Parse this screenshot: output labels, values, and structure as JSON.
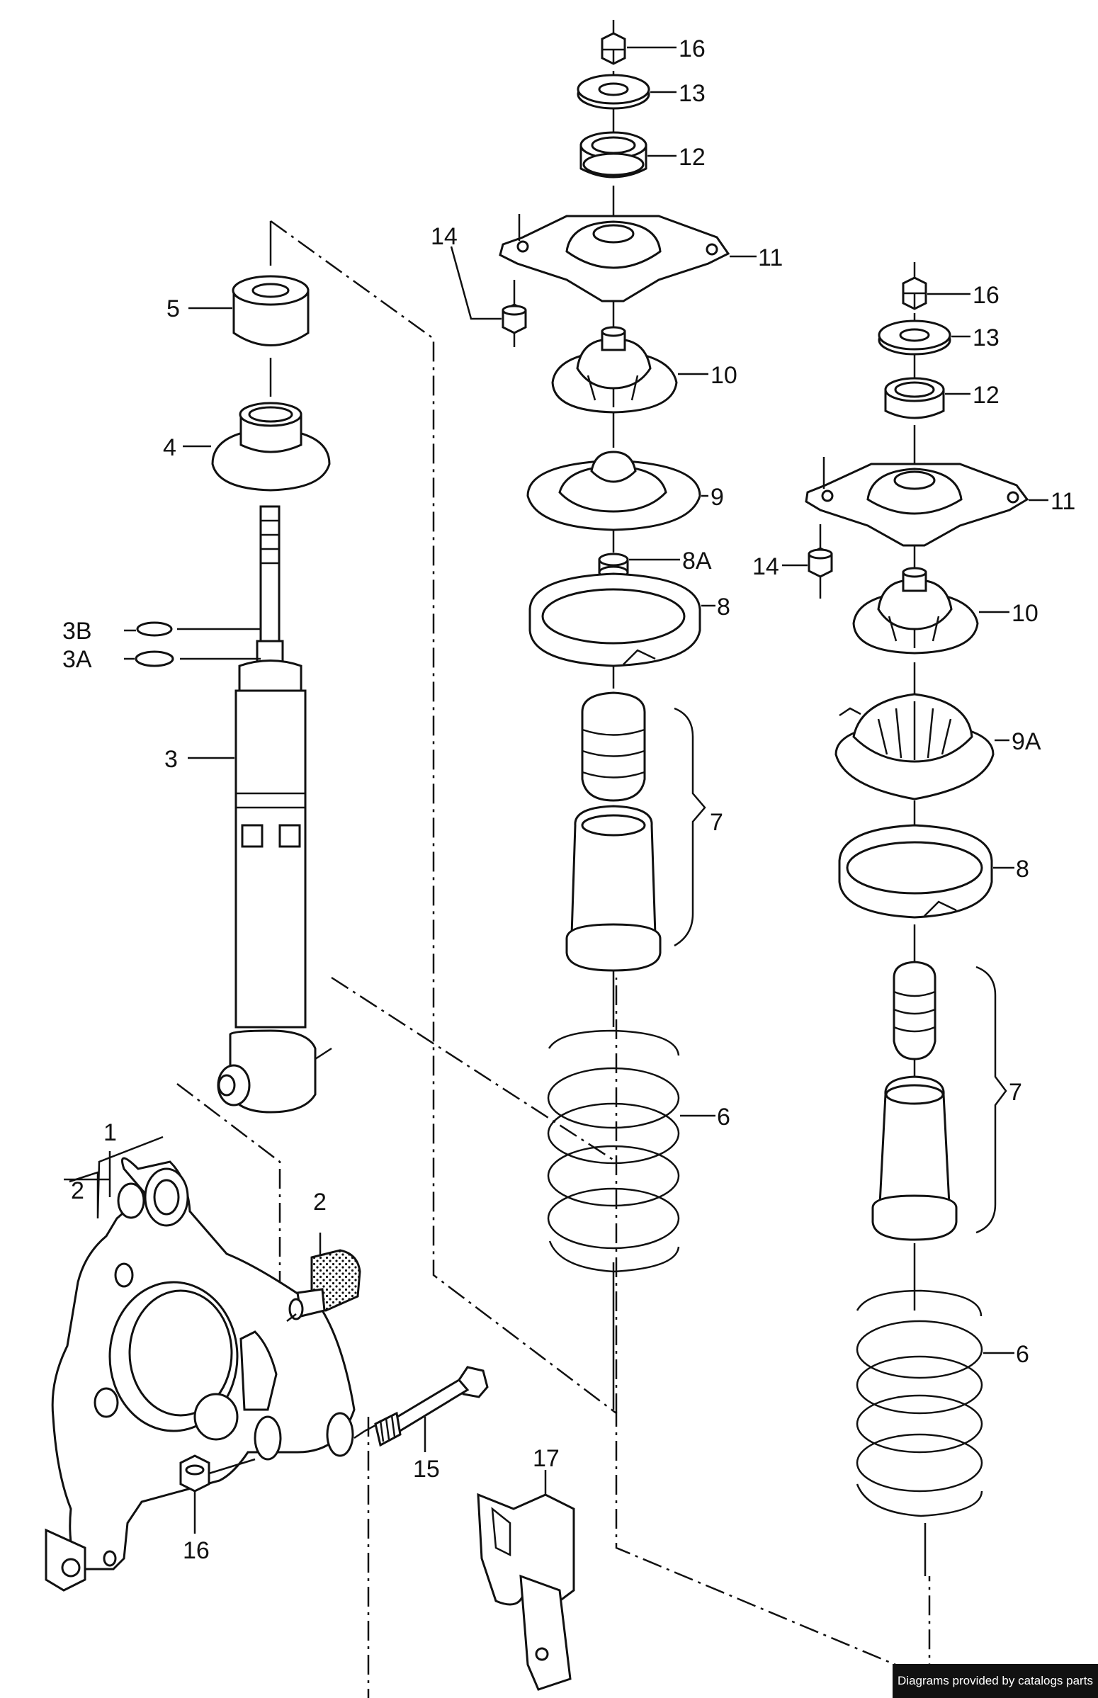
{
  "labels": {
    "l16_top": "16",
    "l13_top": "13",
    "l12_top": "12",
    "l14_top": "14",
    "l11_top": "11",
    "l10_top": "10",
    "l9": "9",
    "l8A": "8A",
    "l8_mid": "8",
    "l7_mid": "7",
    "l6_mid": "6",
    "l5": "5",
    "l4": "4",
    "l3B": "3B",
    "l3A": "3A",
    "l3": "3",
    "l1": "1",
    "l2_left": "2",
    "l2_bump": "2",
    "l15": "15",
    "l16_bottom": "16",
    "l17": "17",
    "l16_right": "16",
    "l13_right": "13",
    "l12_right": "12",
    "l11_right": "11",
    "l14_right": "14",
    "l10_right": "10",
    "l9A": "9A",
    "l8_right": "8",
    "l7_right": "7",
    "l6_right": "6"
  },
  "credit": "Diagrams provided by catalogs parts"
}
